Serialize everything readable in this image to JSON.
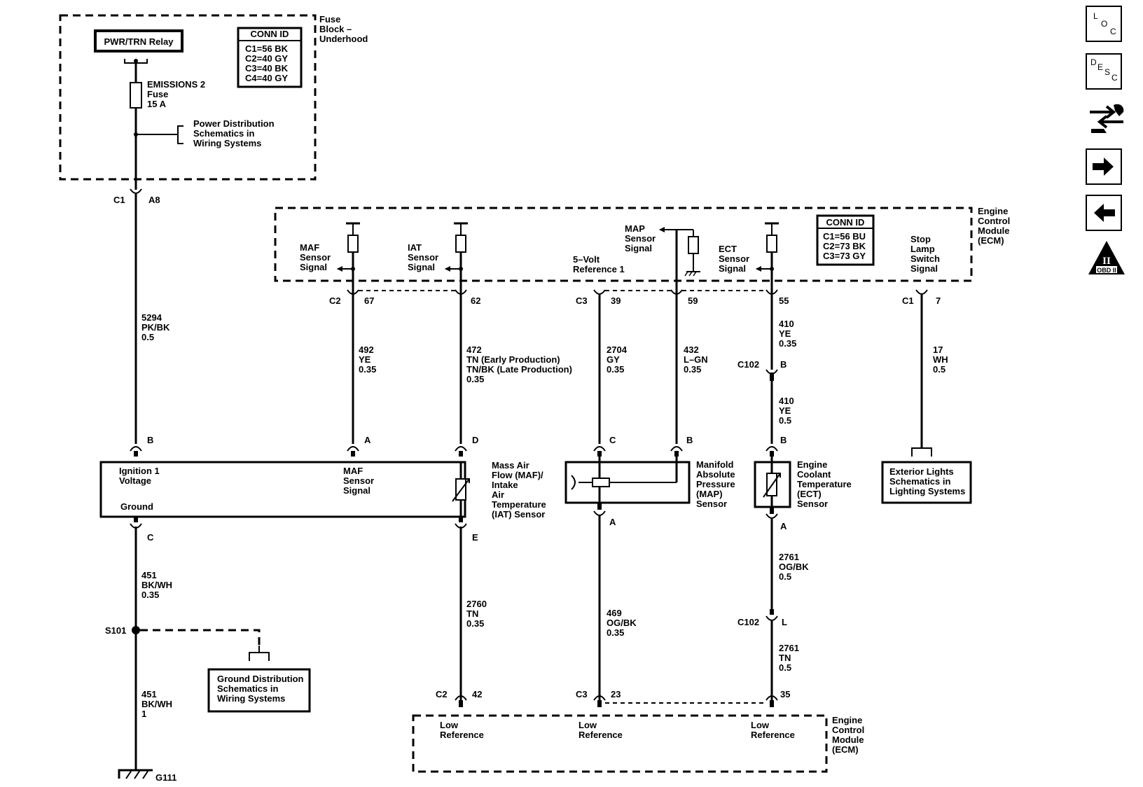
{
  "fuse_block": {
    "label": [
      "Fuse",
      "Block –",
      "Underhood"
    ],
    "relay": "PWR/TRN Relay",
    "fuse": [
      "EMISSIONS 2",
      "Fuse",
      "15 A"
    ],
    "power_dist": [
      "Power Distribution",
      "Schematics in",
      "Wiring Systems"
    ],
    "conn_id": {
      "title": "CONN ID",
      "lines": [
        "C1=56 BK",
        "C2=40 GY",
        "C3=40 BK",
        "C4=40 GY"
      ]
    }
  },
  "ecm_top": {
    "label": [
      "Engine",
      "Control",
      "Module",
      "(ECM)"
    ],
    "conn_id": {
      "title": "CONN ID",
      "lines": [
        "C1=56 BU",
        "C2=73 BK",
        "C3=73 GY"
      ]
    },
    "maf_signal": [
      "MAF",
      "Sensor",
      "Signal"
    ],
    "iat_signal": [
      "IAT",
      "Sensor",
      "Signal"
    ],
    "ref5v": [
      "5–Volt",
      "Reference 1"
    ],
    "map_signal": [
      "MAP",
      "Sensor",
      "Signal"
    ],
    "ect_signal": [
      "ECT",
      "Sensor",
      "Signal"
    ],
    "stop_lamp": [
      "Stop",
      "Lamp",
      "Switch",
      "Signal"
    ]
  },
  "connectors": {
    "c1_fuse": "C1",
    "a8": "A8",
    "c2": "C2",
    "p67": "67",
    "p62": "62",
    "c3": "C3",
    "p39": "39",
    "p59": "59",
    "p55": "55",
    "c1_ecm": "C1",
    "p7": "7",
    "c102_top": "C102",
    "b_c102": "B",
    "c102_bot": "C102",
    "l_c102": "L",
    "maf_b": "B",
    "maf_a": "A",
    "maf_d": "D",
    "maf_c": "C",
    "maf_e": "E",
    "map_c": "C",
    "map_b": "B",
    "map_a": "A",
    "ect_b": "B",
    "ect_a": "A",
    "c2_low": "C2",
    "p42": "42",
    "c3_low": "C3",
    "p23": "23",
    "p35": "35"
  },
  "wires": {
    "w5294": [
      "5294",
      "PK/BK",
      "0.5"
    ],
    "w492": [
      "492",
      "YE",
      "0.35"
    ],
    "w472": [
      "472",
      "TN (Early Production)",
      "TN/BK (Late Production)",
      "0.35"
    ],
    "w2704": [
      "2704",
      "GY",
      "0.35"
    ],
    "w432": [
      "432",
      "L–GN",
      "0.35"
    ],
    "w410a": [
      "410",
      "YE",
      "0.35"
    ],
    "w410b": [
      "410",
      "YE",
      "0.5"
    ],
    "w17": [
      "17",
      "WH",
      "0.5"
    ],
    "w451a": [
      "451",
      "BK/WH",
      "0.35"
    ],
    "w451b": [
      "451",
      "BK/WH",
      "1"
    ],
    "w2760": [
      "2760",
      "TN",
      "0.35"
    ],
    "w469": [
      "469",
      "OG/BK",
      "0.35"
    ],
    "w2761a": [
      "2761",
      "OG/BK",
      "0.5"
    ],
    "w2761b": [
      "2761",
      "TN",
      "0.5"
    ]
  },
  "maf_sensor": {
    "ign": [
      "Ignition 1",
      "Voltage"
    ],
    "ground": "Ground",
    "signal": [
      "MAF",
      "Sensor",
      "Signal"
    ],
    "name": [
      "Mass Air",
      "Flow (MAF)/",
      "Intake",
      "Air",
      "Temperature",
      "(IAT) Sensor"
    ]
  },
  "map_sensor": {
    "name": [
      "Manifold",
      "Absolute",
      "Pressure",
      "(MAP)",
      "Sensor"
    ]
  },
  "ect_sensor": {
    "name": [
      "Engine",
      "Coolant",
      "Temperature",
      "(ECT)",
      "Sensor"
    ]
  },
  "exterior_lights": [
    "Exterior Lights",
    "Schematics in",
    "Lighting Systems"
  ],
  "ground_dist": [
    "Ground Distribution",
    "Schematics in",
    "Wiring Systems"
  ],
  "splice": "S101",
  "ground": "G111",
  "ecm_bottom": {
    "label": [
      "Engine",
      "Control",
      "Module",
      "(ECM)"
    ],
    "low_ref": [
      "Low",
      "Reference"
    ]
  },
  "nav": {
    "loc": [
      "L",
      "O",
      "C"
    ],
    "desc": [
      "D",
      "E",
      "S",
      "C"
    ],
    "obd": "OBD II",
    "obd_roman": "II"
  }
}
